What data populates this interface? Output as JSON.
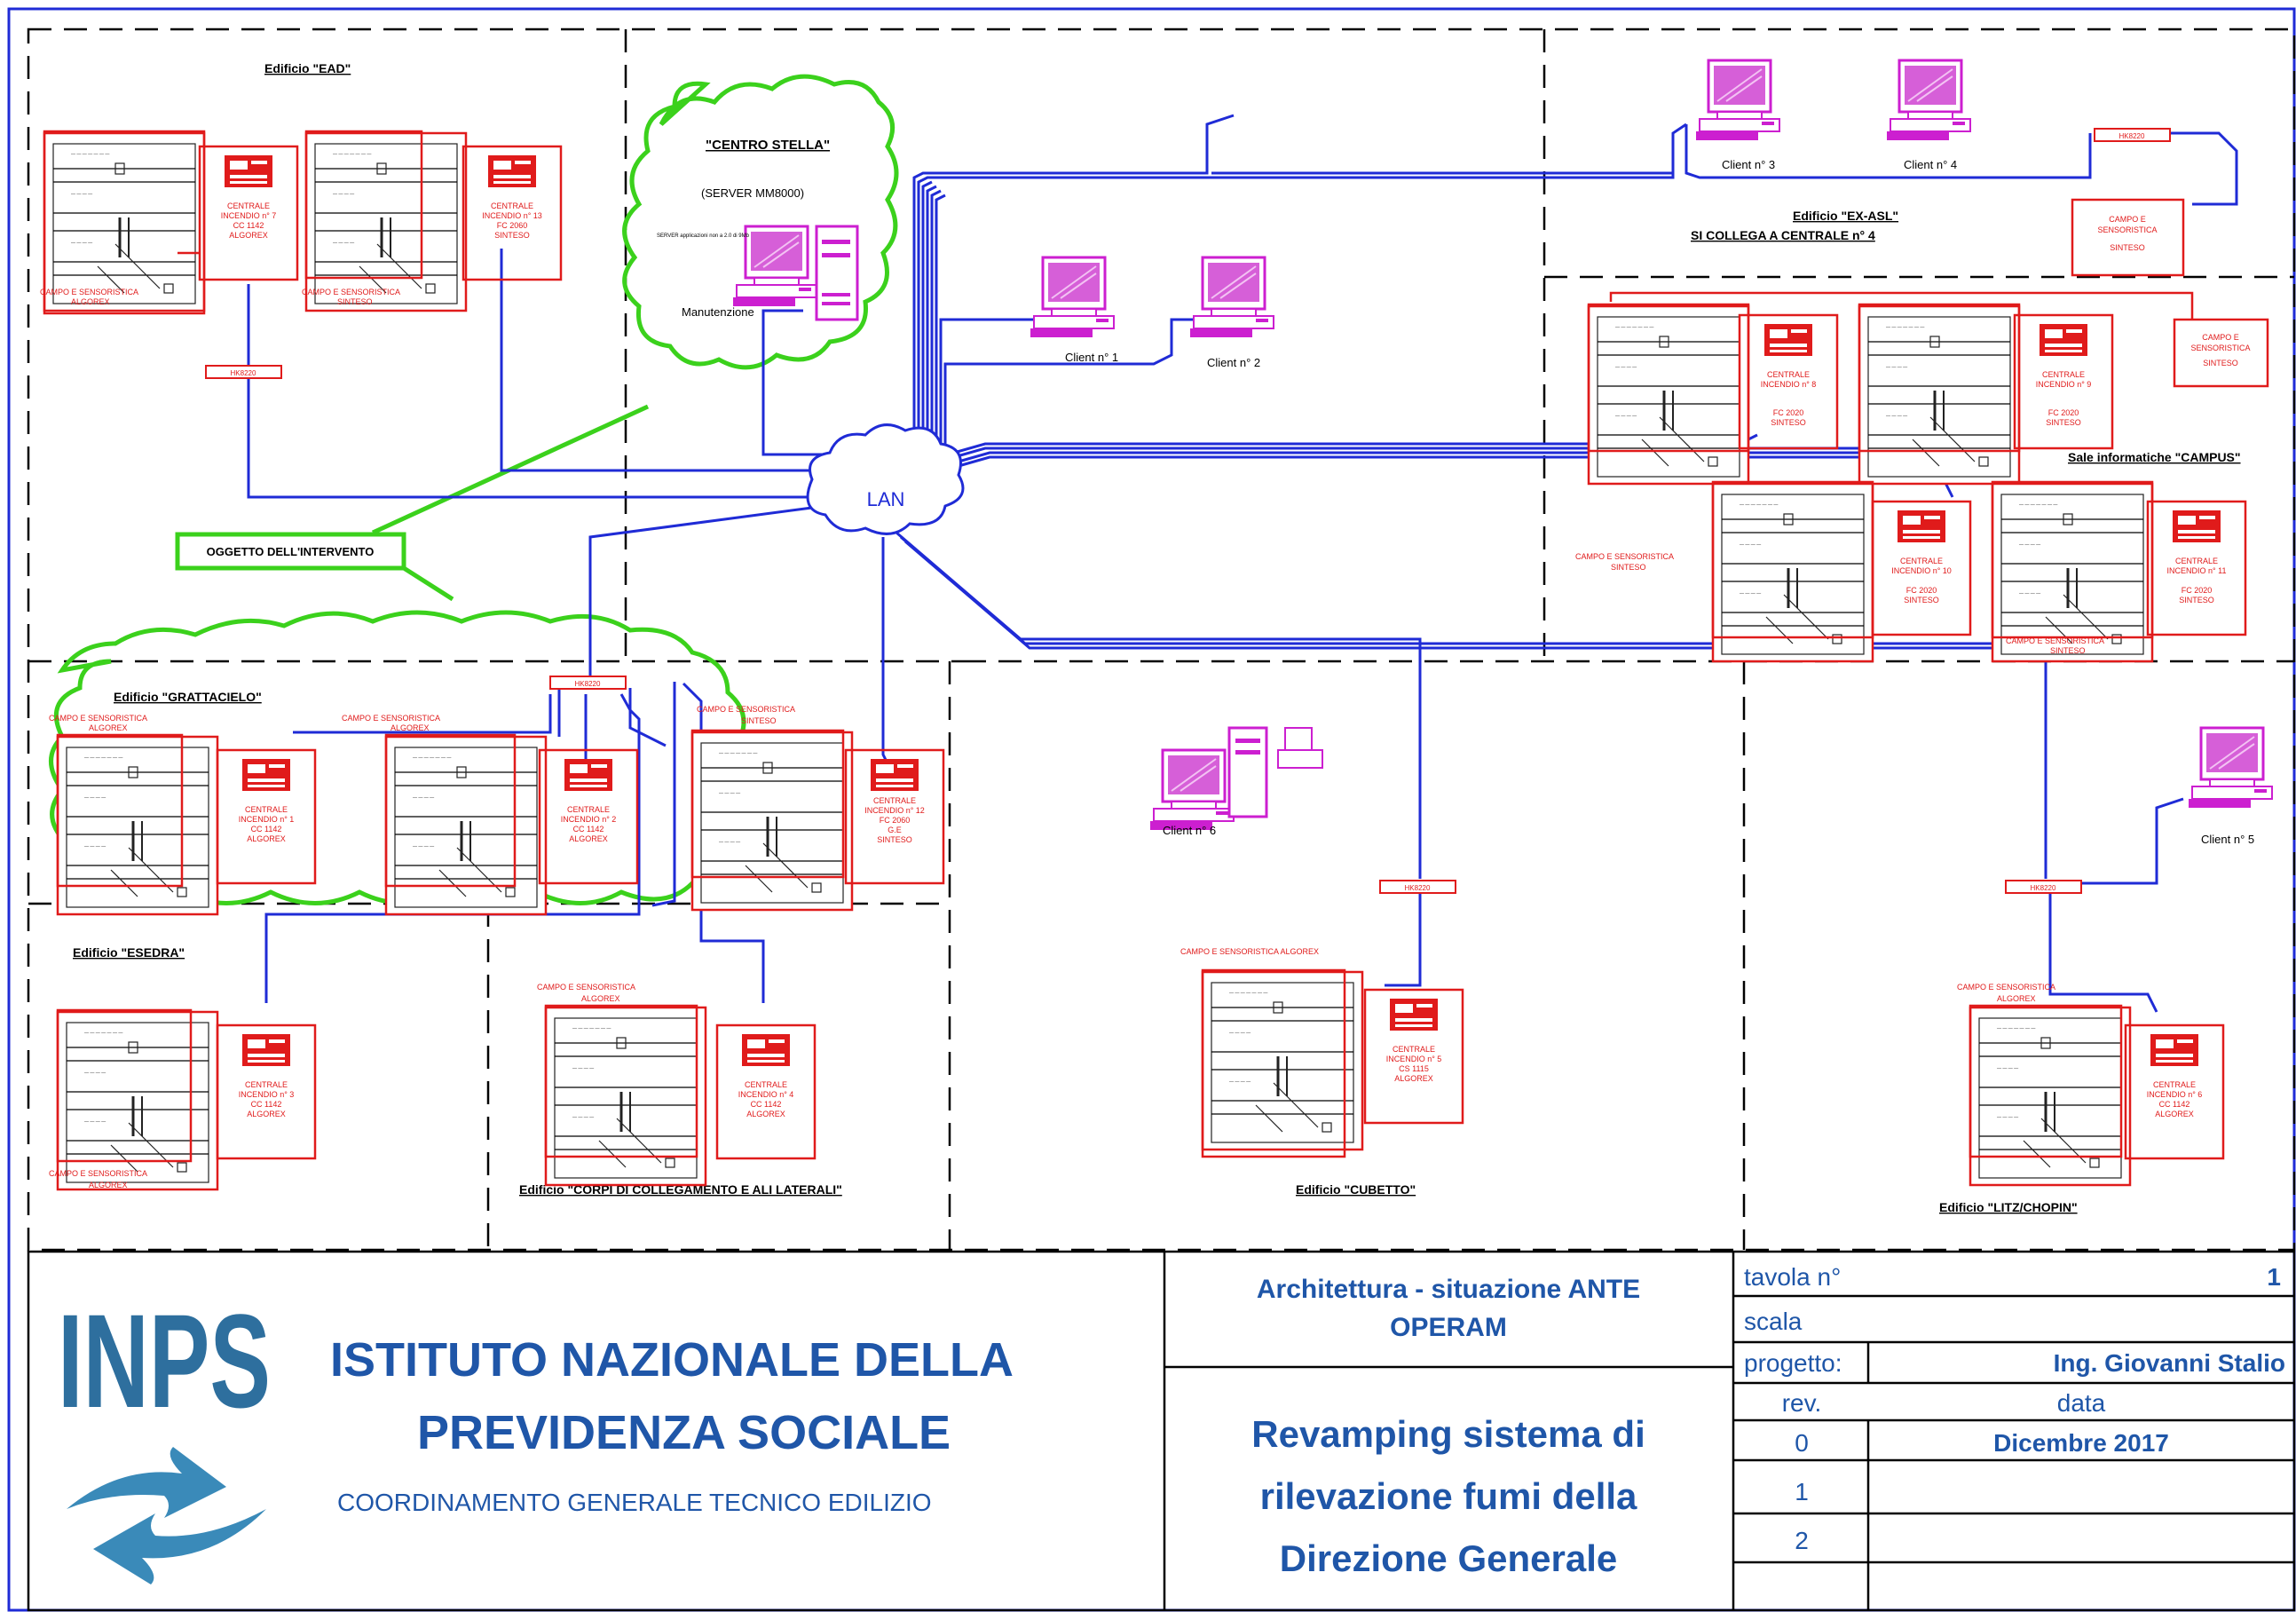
{
  "buildings": {
    "ead": "Edificio \"EAD\"",
    "centro_stella": "\"CENTRO STELLA\"",
    "server": "(SERVER MM8000)",
    "server_note": "SERVER applicazioni non a 2.0 di 9Mb",
    "manutenzione": "Manutenzione",
    "ex_asl": "Edificio \"EX-ASL\"",
    "ex_asl_note": "SI COLLEGA A CENTRALE n° 4",
    "sale_campus": "Sale informatiche \"CAMPUS\"",
    "grattacielo": "Edificio \"GRATTACIELO\"",
    "esedra": "Edificio \"ESEDRA\"",
    "corpi": "Edificio \"CORPI DI COLLEGAMENTO E ALI LATERALI\"",
    "cubetto": "Edificio \"CUBETTO\"",
    "litz": "Edificio \"LITZ/CHOPIN\""
  },
  "network": {
    "lan": "LAN",
    "oggetto": "OGGETTO DELL'INTERVENTO",
    "link_tag": "HK8220"
  },
  "clients": {
    "c1": "Client n° 1",
    "c2": "Client n° 2",
    "c3": "Client n° 3",
    "c4": "Client n° 4",
    "c5": "Client n° 5",
    "c6": "Client n° 6"
  },
  "centrali": {
    "c7": [
      "CENTRALE",
      "INCENDIO n° 7",
      "CC 1142",
      "ALGOREX"
    ],
    "c13": [
      "CENTRALE",
      "INCENDIO n° 13",
      "FC 2060",
      "SINTESO"
    ],
    "c8": [
      "CENTRALE",
      "INCENDIO n° 8",
      "FC 2020",
      "SINTESO"
    ],
    "c9": [
      "CENTRALE",
      "INCENDIO n° 9",
      "FC 2020",
      "SINTESO"
    ],
    "c10": [
      "CENTRALE",
      "INCENDIO n° 10",
      "FC 2020",
      "SINTESO"
    ],
    "c11": [
      "CENTRALE",
      "INCENDIO n° 11",
      "FC 2020",
      "SINTESO"
    ],
    "c1": [
      "CENTRALE",
      "INCENDIO n° 1",
      "CC 1142",
      "ALGOREX"
    ],
    "c2": [
      "CENTRALE",
      "INCENDIO n° 2",
      "CC 1142",
      "ALGOREX"
    ],
    "c12": [
      "CENTRALE",
      "INCENDIO n° 12",
      "FC 2060",
      "G.E",
      "SINTESO"
    ],
    "c3": [
      "CENTRALE",
      "INCENDIO n° 3",
      "CC 1142",
      "ALGOREX"
    ],
    "c4": [
      "CENTRALE",
      "INCENDIO n° 4",
      "CC 1142",
      "ALGOREX"
    ],
    "c5": [
      "CENTRALE",
      "INCENDIO n° 5",
      "CS 1115",
      "ALGOREX"
    ],
    "c6": [
      "CENTRALE",
      "INCENDIO n° 6",
      "CC 1142",
      "ALGOREX"
    ]
  },
  "campo": {
    "ead_algorex": [
      "CAMPO E SENSORISTICA",
      "ALGOREX"
    ],
    "ead_sinteso": [
      "CAMPO E SENSORISTICA",
      "SINTESO"
    ],
    "exasl": [
      "CAMPO E",
      "SENSORISTICA",
      "SINTESO"
    ],
    "campus_right": [
      "CAMPO E",
      "SENSORISTICA",
      "SINTESO"
    ],
    "campus_left": [
      "CAMPO E SENSORISTICA",
      "SINTESO"
    ],
    "campus_bottom": [
      "CAMPO E SENSORISTICA",
      "SINTESO"
    ],
    "gratt_1": [
      "CAMPO E SENSORISTICA",
      "ALGOREX"
    ],
    "gratt_2": [
      "CAMPO E SENSORISTICA",
      "ALGOREX"
    ],
    "gratt_3": [
      "CAMPO E SENSORISTICA",
      "SINTESO"
    ],
    "esedra": [
      "CAMPO E SENSORISTICA",
      "ALGOREX"
    ],
    "corpi": [
      "CAMPO E SENSORISTICA",
      "ALGOREX"
    ],
    "cubetto": "CAMPO E SENSORISTICA ALGOREX",
    "litz": [
      "CAMPO E SENSORISTICA",
      "ALGOREX"
    ]
  },
  "title_block": {
    "org_line1": "ISTITUTO NAZIONALE DELLA",
    "org_line2": "PREVIDENZA SOCIALE",
    "org_sub": "COORDINAMENTO GENERALE TECNICO EDILIZIO",
    "logo_text": "INPS",
    "arch_line1": "Architettura - situazione ANTE",
    "arch_line2": "OPERAM",
    "proj_line1": "Revamping sistema di",
    "proj_line2": "rilevazione fumi della",
    "proj_line3": "Direzione Generale",
    "tavola_label": "tavola n°",
    "tavola_value": "1",
    "scala_label": "scala",
    "progetto_label": "progetto:",
    "progetto_value": "Ing. Giovanni Stalio",
    "rev_label": "rev.",
    "data_label": "data",
    "rev0": "0",
    "rev0_date": "Dicembre 2017",
    "rev1": "1",
    "rev2": "2"
  },
  "colors": {
    "network_blue": "#1f2bd6",
    "panel_red": "#e01b1b",
    "intervention_green": "#3bd11c",
    "client_magenta": "#cc1fd0",
    "logo_blue": "#2e6f9e"
  }
}
